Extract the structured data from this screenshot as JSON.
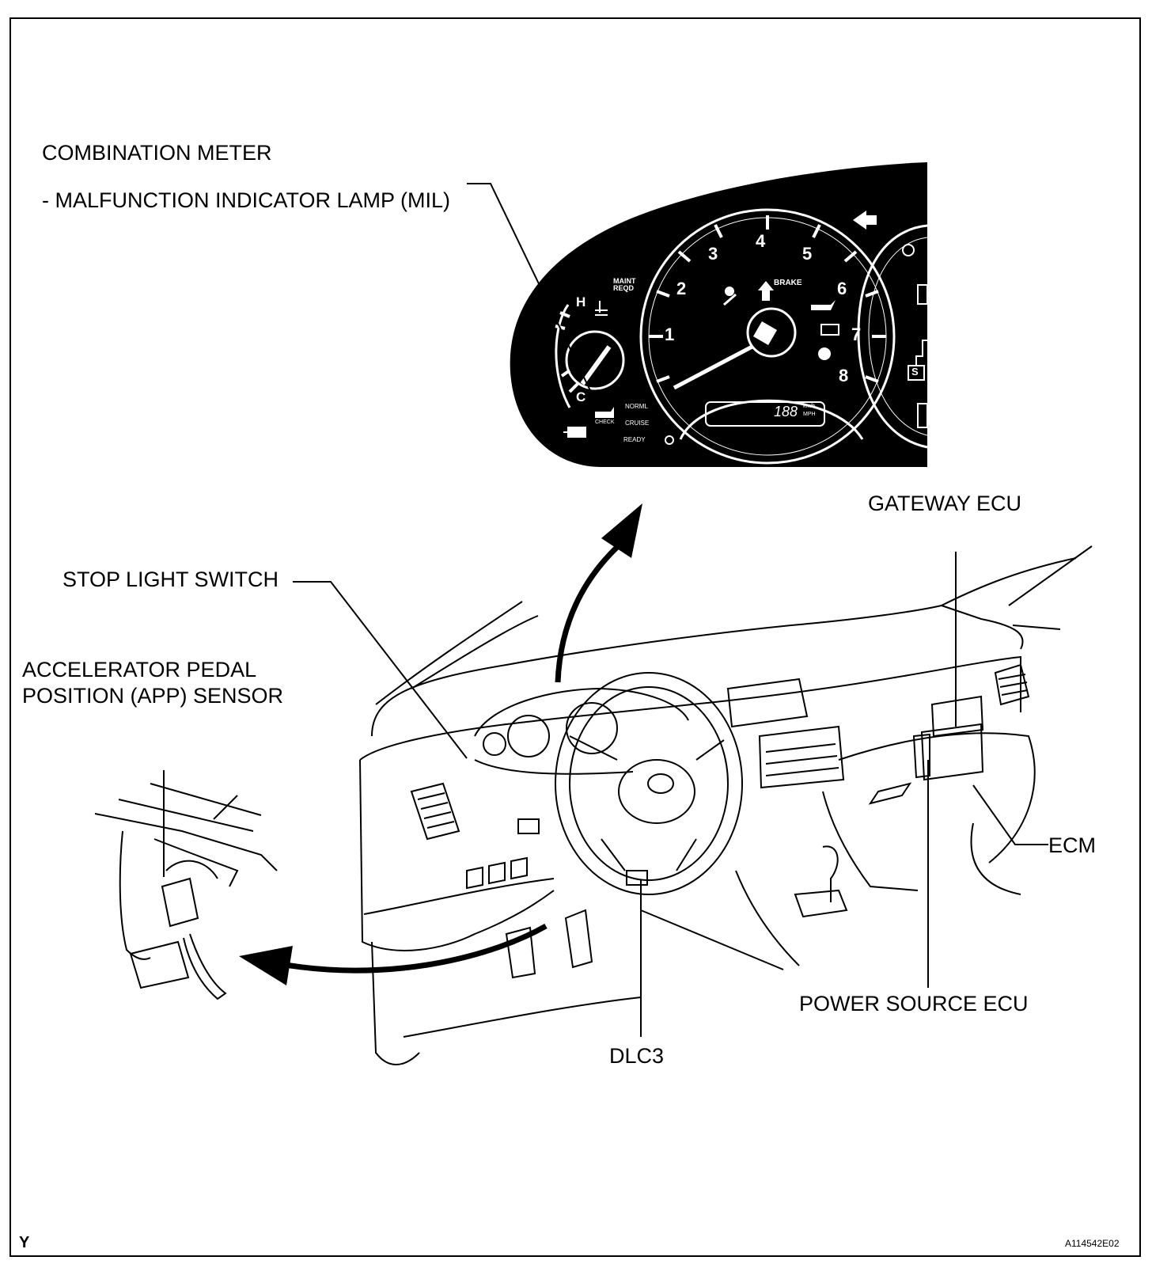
{
  "labels": {
    "combination_meter": "COMBINATION METER",
    "mil": "- MALFUNCTION INDICATOR LAMP (MIL)",
    "gateway_ecu": "GATEWAY ECU",
    "stop_light_switch": "STOP LIGHT SWITCH",
    "app_sensor_line1": "ACCELERATOR PEDAL",
    "app_sensor_line2": "POSITION (APP) SENSOR",
    "ecm": "ECM",
    "power_source_ecu": "POWER SOURCE ECU",
    "dlc3": "DLC3"
  },
  "meter": {
    "tach_numbers": [
      "1",
      "2",
      "3",
      "4",
      "5",
      "6",
      "7",
      "8"
    ],
    "temp_hot": "H",
    "temp_cold": "C",
    "maint_line1": "MAINT",
    "maint_line2": "REQD",
    "brake": "BRAKE",
    "check": "CHECK",
    "normal": "NORML",
    "cruise": "CRUISE",
    "ready": "READY",
    "odometer": "188",
    "unit_kmh": "km/h",
    "unit_mph": "MPH",
    "shift_s": "S"
  },
  "footer": {
    "corner_letter": "Y",
    "figure_id": "A114542E02"
  }
}
